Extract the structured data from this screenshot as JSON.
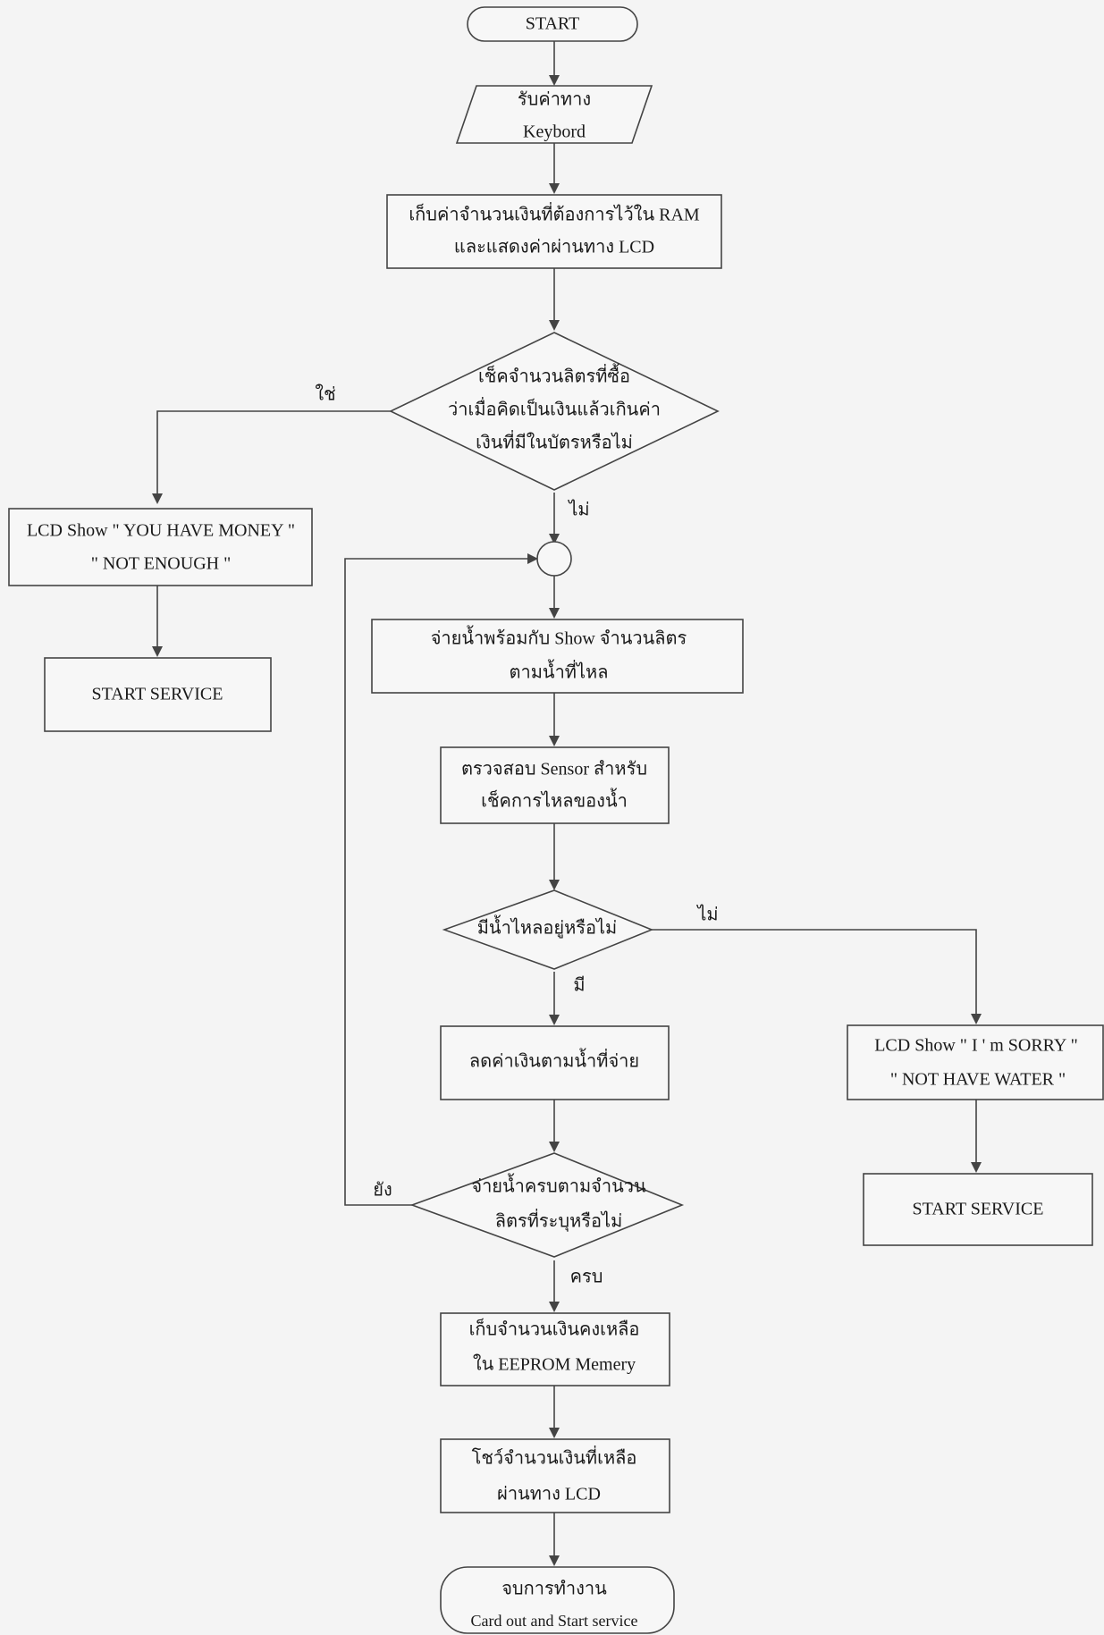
{
  "start": {
    "label": "START"
  },
  "input": {
    "line1": "รับค่าทาง",
    "line2": "Keybord"
  },
  "store_ram": {
    "line1": "เก็บค่าจำนวนเงินที่ต้องการไว้ใน RAM",
    "line2": "และแสดงค่าผ่านทาง LCD"
  },
  "check_money": {
    "line1": "เช็คจำนวนลิตรที่ซื้อ",
    "line2": "ว่าเมื่อคิดเป็นเงินแล้วเกินค่า",
    "line3": "เงินที่มีในบัตรหรือไม่"
  },
  "label_yes": "ใช่",
  "label_no": "ไม่",
  "no_money": {
    "line1": "LCD Show \" YOU HAVE MONEY \"",
    "line2": "\" NOT  ENOUGH \""
  },
  "start_service_left": {
    "label": "START  SERVICE"
  },
  "dispense": {
    "line1": "จ่ายน้ำพร้อมกับ Show จำนวนลิตร",
    "line2": "ตามน้ำที่ไหล"
  },
  "sensor": {
    "line1": "ตรวจสอบ Sensor สำหรับ",
    "line2": "เช็คการไหลของน้ำ"
  },
  "flow_check": {
    "label": "มีน้ำไหลอยู่หรือไม่"
  },
  "label_no_flow": "ไม่",
  "label_has": "มี",
  "no_water": {
    "line1": "LCD Show \" I  ' m  SORRY \"",
    "line2": "\" NOT HAVE  WATER \""
  },
  "start_service_right": {
    "label": "START  SERVICE"
  },
  "reduce": {
    "label": "ลดค่าเงินตามน้ำที่จ่าย"
  },
  "complete_check": {
    "line1": "จ่ายน้ำครบตามจำนวน",
    "line2": "ลิตรที่ระบุหรือไม่"
  },
  "label_not_yet": "ยัง",
  "label_complete": "ครบ",
  "store_eeprom": {
    "line1": "เก็บจำนวนเงินคงเหลือ",
    "line2": "ใน  EEPROM Memery"
  },
  "show_remaining": {
    "line1": "โชว์จำนวนเงินที่เหลือ",
    "line2": "ผ่านทาง LCD"
  },
  "end": {
    "line1": "จบการทำงาน",
    "line2": "Card out and Start service"
  }
}
